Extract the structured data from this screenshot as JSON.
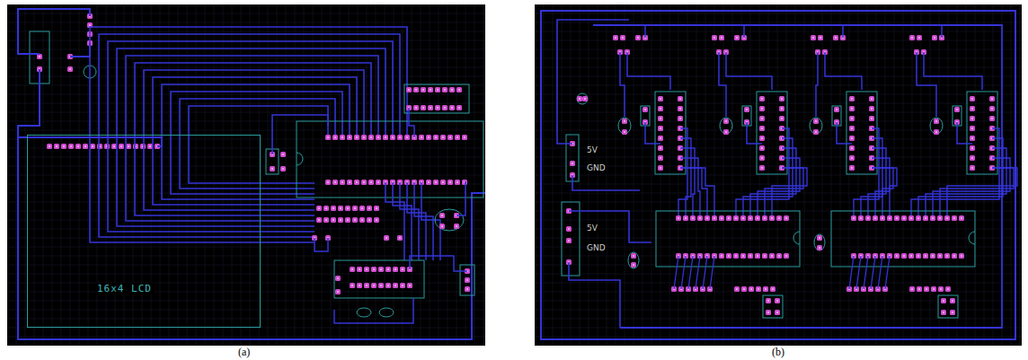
{
  "diagram": {
    "nodes": [
      {
        "text": [
          "16x4 LCD"
        ]
      }
    ],
    "labels": [
      "(a)",
      "(b)",
      "5V",
      "GND",
      "5V",
      "GND"
    ]
  }
}
